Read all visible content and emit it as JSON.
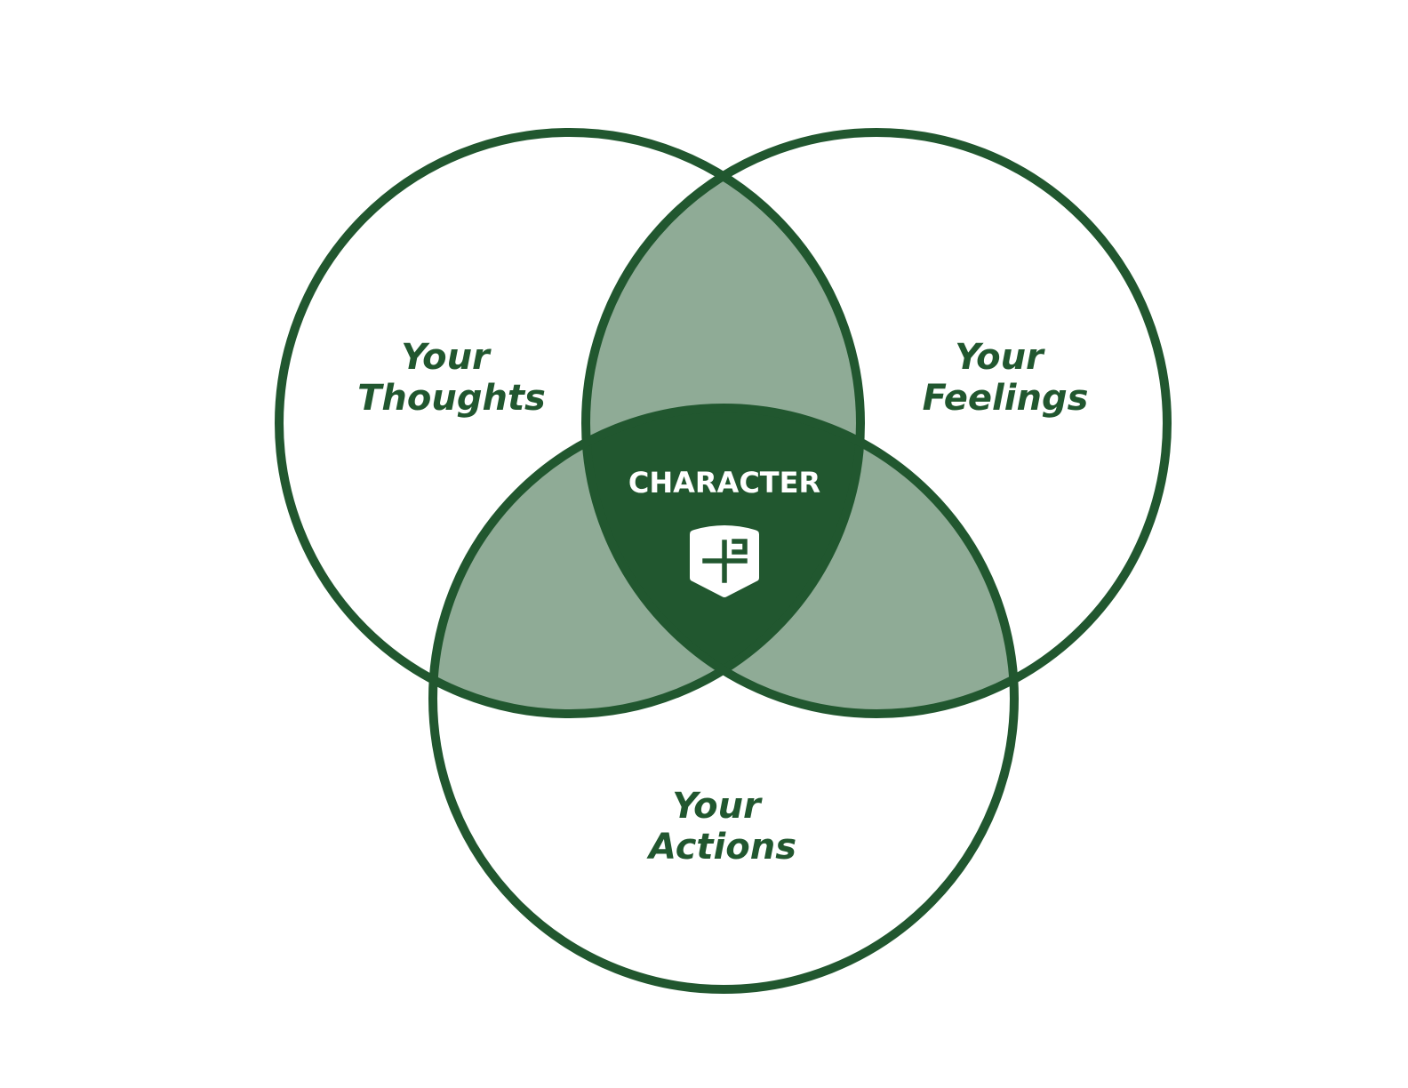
{
  "colors": {
    "primary": "#21572f",
    "light": "#8fab96",
    "background": "#ffffff",
    "icon": "#ffffff"
  },
  "circles": [
    {
      "id": "thoughts",
      "line1": "Your",
      "line2": "Thoughts"
    },
    {
      "id": "feelings",
      "line1": "Your",
      "line2": "Feelings"
    },
    {
      "id": "actions",
      "line1": "Your",
      "line2": "Actions"
    }
  ],
  "center": {
    "label": "CHARACTER",
    "icon": "shield-plus-logo-icon"
  }
}
